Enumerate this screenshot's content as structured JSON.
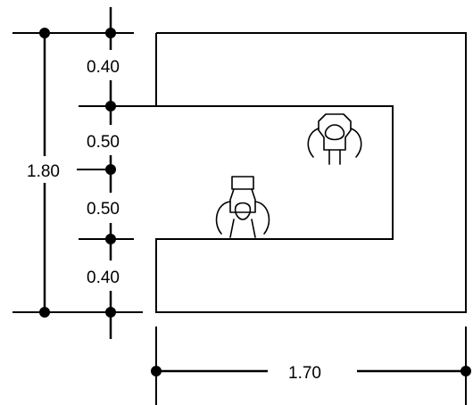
{
  "dimensions": {
    "vertical_segments": [
      "0.40",
      "0.50",
      "0.50",
      "0.40"
    ],
    "total_height": "1.80",
    "total_width": "1.70"
  },
  "figures": [
    {
      "name": "toilet-user-figure"
    },
    {
      "name": "toilet-user-figure"
    }
  ],
  "colors": {
    "ink": "#000000",
    "background": "#ffffff"
  }
}
